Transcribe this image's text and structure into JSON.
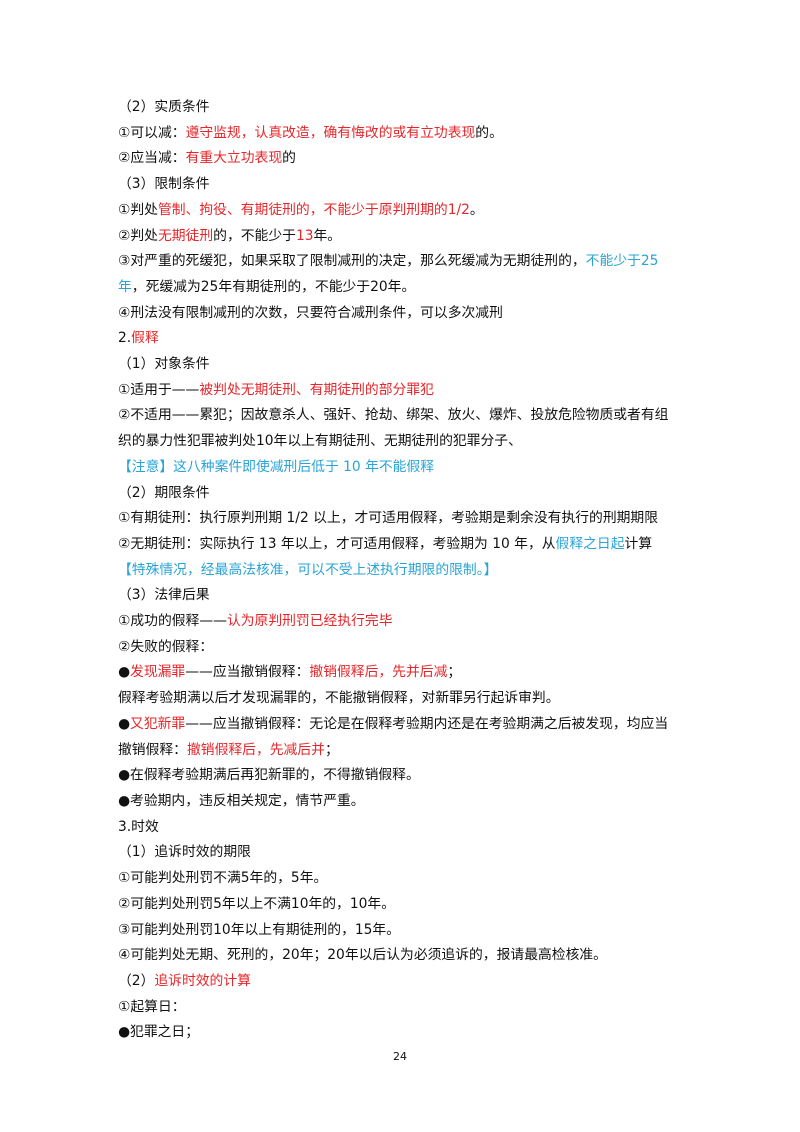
{
  "colors": {
    "text": "#111111",
    "red": "#e8262a",
    "blue": "#2aa3d6"
  },
  "lines": [
    [
      {
        "t": "（2）实质条件"
      }
    ],
    [
      {
        "t": "①可以减："
      },
      {
        "t": "遵守监规，认真改造，确有悔改的或有立功表现",
        "c": "red"
      },
      {
        "t": "的。"
      }
    ],
    [
      {
        "t": "②应当减："
      },
      {
        "t": "有重大立功表现",
        "c": "red"
      },
      {
        "t": "的"
      }
    ],
    [
      {
        "t": "（3）限制条件"
      }
    ],
    [
      {
        "t": "①判处"
      },
      {
        "t": "管制、拘役、有期徒刑的，不能少于原判刑期的1/2",
        "c": "red"
      },
      {
        "t": "。"
      }
    ],
    [
      {
        "t": "②判处"
      },
      {
        "t": "无期徒刑",
        "c": "red"
      },
      {
        "t": "的，不能少于"
      },
      {
        "t": "13",
        "c": "red"
      },
      {
        "t": "年。"
      }
    ],
    [
      {
        "t": "③对严重的死缓犯，如果采取了限制减刑的决定，那么死缓减为无期徒刑的，"
      },
      {
        "t": "不能少于25",
        "c": "blue"
      }
    ],
    [
      {
        "t": "年",
        "c": "blue"
      },
      {
        "t": "，死缓减为25年有期徒刑的，不能少于20年。"
      }
    ],
    [
      {
        "t": "④刑法没有限制减刑的次数，只要符合减刑条件，可以多次减刑"
      }
    ],
    [
      {
        "t": "2."
      },
      {
        "t": "假释",
        "c": "red"
      }
    ],
    [
      {
        "t": "（1）对象条件"
      }
    ],
    [
      {
        "t": "①适用于——"
      },
      {
        "t": "被判处无期徒刑、有期徒刑的部分罪犯",
        "c": "red"
      }
    ],
    [
      {
        "t": "②不适用——累犯；因故意杀人、强奸、抢劫、绑架、放火、爆炸、投放危险物质或者有组"
      }
    ],
    [
      {
        "t": "织的暴力性犯罪被判处10年以上有期徒刑、无期徒刑的犯罪分子、"
      }
    ],
    [
      {
        "t": "【注意】这八种案件即使减刑后低于  10  年不能假释",
        "c": "blue"
      }
    ],
    [
      {
        "t": "（2）期限条件"
      }
    ],
    [
      {
        "t": "①有期徒刑：执行原判刑期  1/2  以上，才可适用假释，考验期是剩余没有执行的刑期期限"
      }
    ],
    [
      {
        "t": "②无期徒刑：实际执行  13  年以上，才可适用假释，考验期为  10  年，从"
      },
      {
        "t": "假释之日起",
        "c": "blue"
      },
      {
        "t": "计算"
      }
    ],
    [
      {
        "t": "【特殊情况，经最高法核准，可以不受上述执行期限的限制。】",
        "c": "blue"
      }
    ],
    [
      {
        "t": "（3）法律后果"
      }
    ],
    [
      {
        "t": "①成功的假释——"
      },
      {
        "t": "认为原判刑罚已经执行完毕",
        "c": "red"
      }
    ],
    [
      {
        "t": "②失败的假释："
      }
    ],
    [
      {
        "t": "●"
      },
      {
        "t": "发现漏罪",
        "c": "red"
      },
      {
        "t": "——应当撤销假释："
      },
      {
        "t": "撤销假释后，先并后减",
        "c": "red"
      },
      {
        "t": "；"
      }
    ],
    [
      {
        "t": "假释考验期满以后才发现漏罪的，不能撤销假释，对新罪另行起诉审判。"
      }
    ],
    [
      {
        "t": "●"
      },
      {
        "t": "又犯新罪",
        "c": "red"
      },
      {
        "t": "——应当撤销假释：无论是在假释考验期内还是在考验期满之后被发现，均应当"
      }
    ],
    [
      {
        "t": "撤销假释："
      },
      {
        "t": "撤销假释后，先减后并",
        "c": "red"
      },
      {
        "t": "；"
      }
    ],
    [
      {
        "t": "●在假释考验期满后再犯新罪的，不得撤销假释。"
      }
    ],
    [
      {
        "t": "●考验期内，违反相关规定，情节严重。"
      }
    ],
    [
      {
        "t": "3.时效"
      }
    ],
    [
      {
        "t": "（1）追诉时效的期限"
      }
    ],
    [
      {
        "t": "①可能判处刑罚不满5年的，5年。"
      }
    ],
    [
      {
        "t": "②可能判处刑罚5年以上不满10年的，10年。"
      }
    ],
    [
      {
        "t": "③可能判处刑罚10年以上有期徒刑的，15年。"
      }
    ],
    [
      {
        "t": "④可能判处无期、死刑的，20年；20年以后认为必须追诉的，报请最高检核准。"
      }
    ],
    [
      {
        "t": "（2）"
      },
      {
        "t": "追诉时效的计算",
        "c": "red"
      }
    ],
    [
      {
        "t": "①起算日："
      }
    ],
    [
      {
        "t": "●犯罪之日；"
      }
    ]
  ],
  "page_number": "24"
}
